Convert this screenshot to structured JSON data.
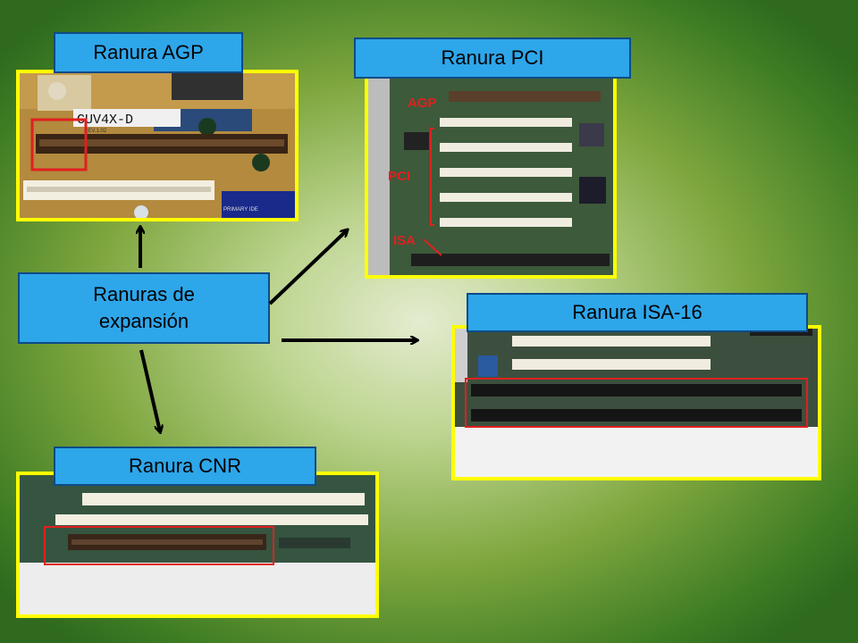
{
  "center": {
    "line1": "Ranuras de",
    "line2": "expansión"
  },
  "labels": {
    "agp": "Ranura AGP",
    "pci": "Ranura PCI",
    "isa16": "Ranura ISA-16",
    "cnr": "Ranura CNR"
  },
  "photo_text": {
    "agp_board_model": "CUV4X-D",
    "agp_board_rev": "REV.1.02",
    "agp_board_ide": "PRIMARY IDE",
    "pci_tag_agp": "AGP",
    "pci_tag_pci": "PCI",
    "pci_tag_isa": "ISA"
  },
  "colors": {
    "label_bg": "#2ea6ea",
    "label_border": "#0d4b87",
    "photo_border": "#ffff00",
    "highlight": "#e02020",
    "background": "#3f7d24"
  }
}
